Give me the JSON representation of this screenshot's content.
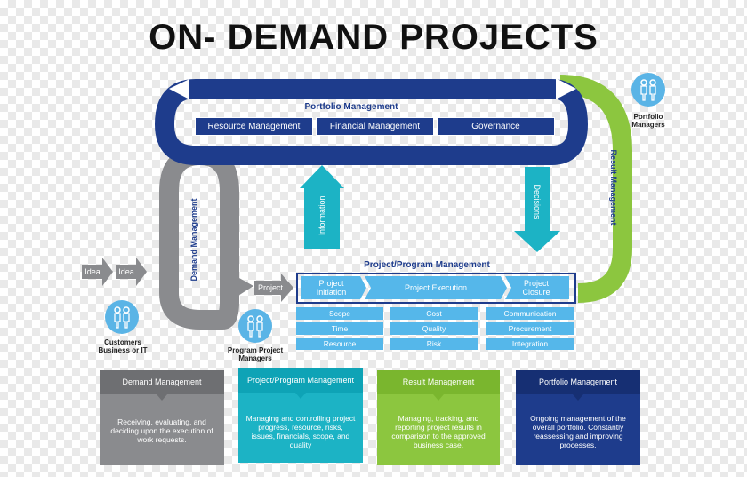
{
  "title": "ON- DEMAND PROJECTS",
  "portfolio_loop": {
    "label": "Portfolio Management",
    "boxes": [
      "Resource Management",
      "Financial Management",
      "Governance"
    ]
  },
  "demand_loop_label": "Demand Management",
  "result_loop_label": "Result Management",
  "information_label": "Information",
  "decisions_label": "Decisions",
  "idea_arrows": [
    "Idea",
    "Idea"
  ],
  "project_arrow": "Project",
  "ppm": {
    "title": "Project/Program Management",
    "phases": [
      "Project\nInitiation",
      "Project Execution",
      "Project\nClosure"
    ],
    "grid": [
      [
        "Scope",
        "Cost",
        "Communication"
      ],
      [
        "Time",
        "Quality",
        "Procurement"
      ],
      [
        "Resource",
        "Risk",
        "Integration"
      ]
    ]
  },
  "people": {
    "customers": "Customers\nBusiness or IT",
    "program_managers": "Program Project\nManagers",
    "portfolio_managers": "Portfolio\nManagers"
  },
  "cards": [
    {
      "title": "Demand Management",
      "body": "Receiving, evaluating, and deciding upon the execution of work requests.",
      "color": "#7f8083"
    },
    {
      "title": "Project/Program Management",
      "body": "Managing and controlling project progress, resource, risks, issues, financials, scope, and quality",
      "color": "#1cb3c5"
    },
    {
      "title": "Result Management",
      "body": "Managing, tracking, and reporting project results in comparison to the approved business case.",
      "color": "#8cc63f"
    },
    {
      "title": "Portfolio Management",
      "body": "Ongoing management of the overall portfolio. Constantly reassessing and improving processes.",
      "color": "#1e3c8c"
    }
  ],
  "colors": {
    "navy": "#1e3c8c",
    "gray": "#8a8b8e",
    "green": "#8cc63f",
    "teal": "#1cb3c5",
    "lightblue": "#55b7ea"
  }
}
